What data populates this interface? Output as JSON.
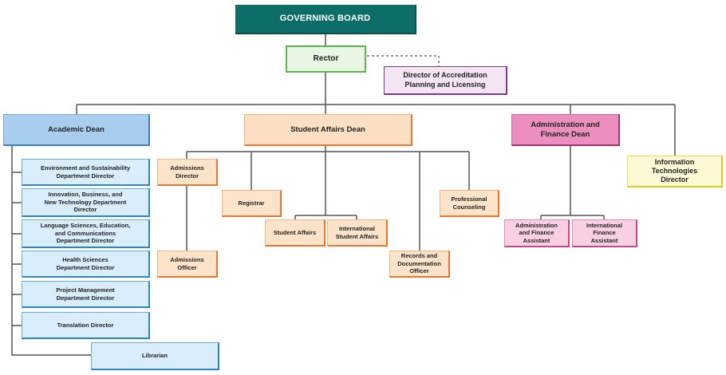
{
  "governing_board": "GOVERNING BOARD",
  "rector": "Rector",
  "accreditation_director": "Director of Accreditation\nPlanning and Licensing",
  "academic": {
    "dean": "Academic Dean",
    "directors": [
      "Environment and Sustainability\nDepartment Director",
      "Innovation, Business, and\nNew Technology Department\nDirector",
      "Language Sciences, Education,\nand Communications\nDepartment Director",
      "Health Sciences\nDepartment Director",
      "Project Management\nDepartment Director",
      "Translation Director"
    ],
    "librarian": "Librarian"
  },
  "student_affairs": {
    "dean": "Student Affairs Dean",
    "admissions_director": "Admissions\nDirector",
    "admissions_officer": "Admissions\nOfficer",
    "registrar": "Registrar",
    "student_affairs": "Student Affairs",
    "international_student_affairs": "International\nStudent Affairs",
    "records_officer": "Records and\nDocumentation\nOfficer",
    "professional_counseling": "Professional\nCounseling"
  },
  "administration": {
    "dean": "Administration and\nFinance Dean",
    "assistant": "Administration\nand Finance\nAssistant",
    "international_assistant": "International\nFinance\nAssistant"
  },
  "it_director": "Information\nTechnologies\nDirector",
  "colors": {
    "board": "#0d6e67",
    "rector_border": "#5bb84a",
    "academic": "#a9cdee",
    "student_affairs": "#fde0c4",
    "administration": "#ec8fbf",
    "it": "#fffad6",
    "connector": "#555555"
  }
}
